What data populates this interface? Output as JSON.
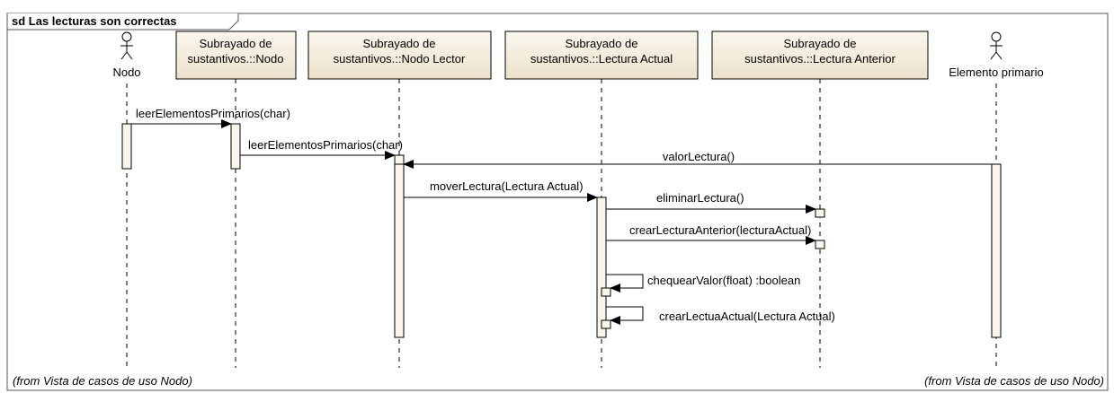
{
  "frame": {
    "title": "sd Las lecturas son correctas"
  },
  "actors": {
    "left_name": "Nodo",
    "right_name": "Elemento primario"
  },
  "lifelines": {
    "nodo_line1": "Subrayado de",
    "nodo_line2": "sustantivos.::Nodo",
    "lector_line1": "Subrayado de",
    "lector_line2": "sustantivos.::Nodo Lector",
    "actual_line1": "Subrayado de",
    "actual_line2": "sustantivos.::Lectura Actual",
    "anterior_line1": "Subrayado de",
    "anterior_line2": "sustantivos.::Lectura Anterior"
  },
  "messages": {
    "m1": "leerElementosPrimarios(char)",
    "m2": "leerElementosPrimarios(char)",
    "m3": "valorLectura()",
    "m4": "moverLectura(Lectura Actual)",
    "m5": "eliminarLectura()",
    "m6": "crearLecturaAnterior(lecturaActual)",
    "m7": "chequearValor(float) :boolean",
    "m8": "crearLectuaActual(Lectura Actual)"
  },
  "notes": {
    "left": "(from Vista de casos de uso Nodo)",
    "right": "(from Vista de casos de uso Nodo)"
  },
  "colors": {
    "lifeline_box_fill": "#f2ead9",
    "activation_fill": "#fbf6ec",
    "line": "#000000",
    "frame_border": "#555555"
  }
}
